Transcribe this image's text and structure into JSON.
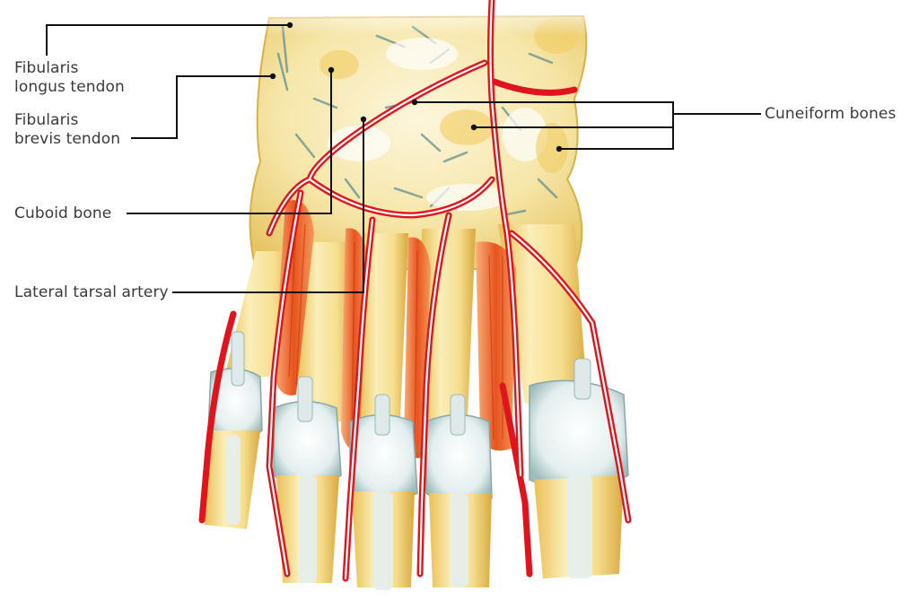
{
  "figure": {
    "subject": "Dorsum of foot — tarsal region and metatarsals with arterial supply",
    "colors": {
      "background": "#ffffff",
      "label_text": "#3a3a3a",
      "leader_line": "#111111",
      "bone_yellow": "#f3d98a",
      "bone_light": "#fbf1c8",
      "ligament_white": "#eef4f4",
      "ligament_teal": "#5f8f8f",
      "muscle_orange": "#e8602a",
      "artery_red": "#e0141c"
    }
  },
  "labels": {
    "fibularis_longus": {
      "line1": "Fibularis",
      "line2": "longus tendon"
    },
    "fibularis_brevis": {
      "line1": "Fibularis",
      "line2": "brevis tendon"
    },
    "cuboid": "Cuboid bone",
    "lateral_tarsal": "Lateral tarsal artery",
    "cuneiform": "Cuneiform bones"
  }
}
